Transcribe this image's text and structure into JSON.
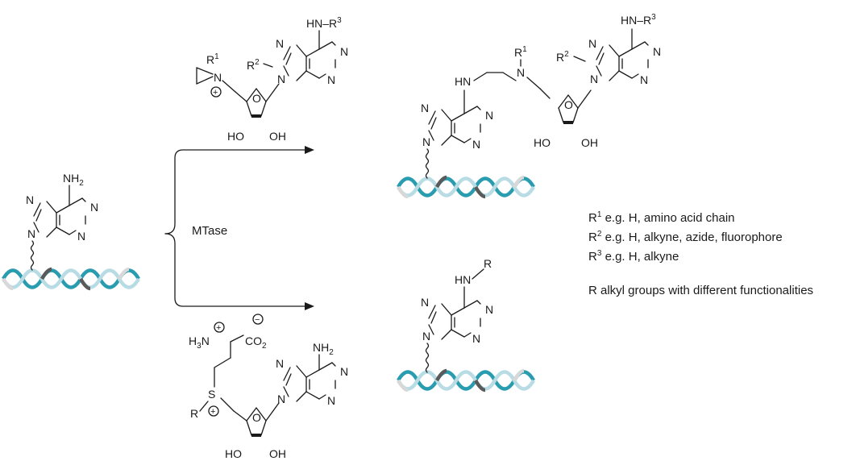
{
  "labels": {
    "mtase": "MTase",
    "n": "N",
    "nh2": "NH",
    "two": "2",
    "hn": "HN",
    "dash": "–",
    "r": "R",
    "r1": "R",
    "r2": "R",
    "r3": "R",
    "sup1": "1",
    "sup2": "2",
    "sup3": "3",
    "o": "O",
    "oh": "OH",
    "ho": "HO",
    "h3n": "H",
    "h3n_sub": "3",
    "h3n_n": "N",
    "co2": "CO",
    "s": "S",
    "plus": "+",
    "minus": "−",
    "h": "H"
  },
  "legend": {
    "r1": {
      "sym": "R",
      "sup": "1",
      "text": " e.g. H, amino acid chain"
    },
    "r2": {
      "sym": "R",
      "sup": "2",
      "text": "  e.g. H, alkyne, azide, fluorophore"
    },
    "r3": {
      "sym": "R",
      "sup": "3",
      "text": " e.g. H, alkyne"
    },
    "r": "R alkyl groups with different functionalities"
  },
  "colors": {
    "ink": "#1a1a1a",
    "dna_teal": "#2a9cb0",
    "dna_light": "#b9dce4",
    "dna_gray": "#5a5a5a",
    "dna_pale": "#d8d8d8"
  },
  "icons": [
    "dna-helix-icon",
    "reaction-arrow-icon",
    "brace-icon"
  ]
}
